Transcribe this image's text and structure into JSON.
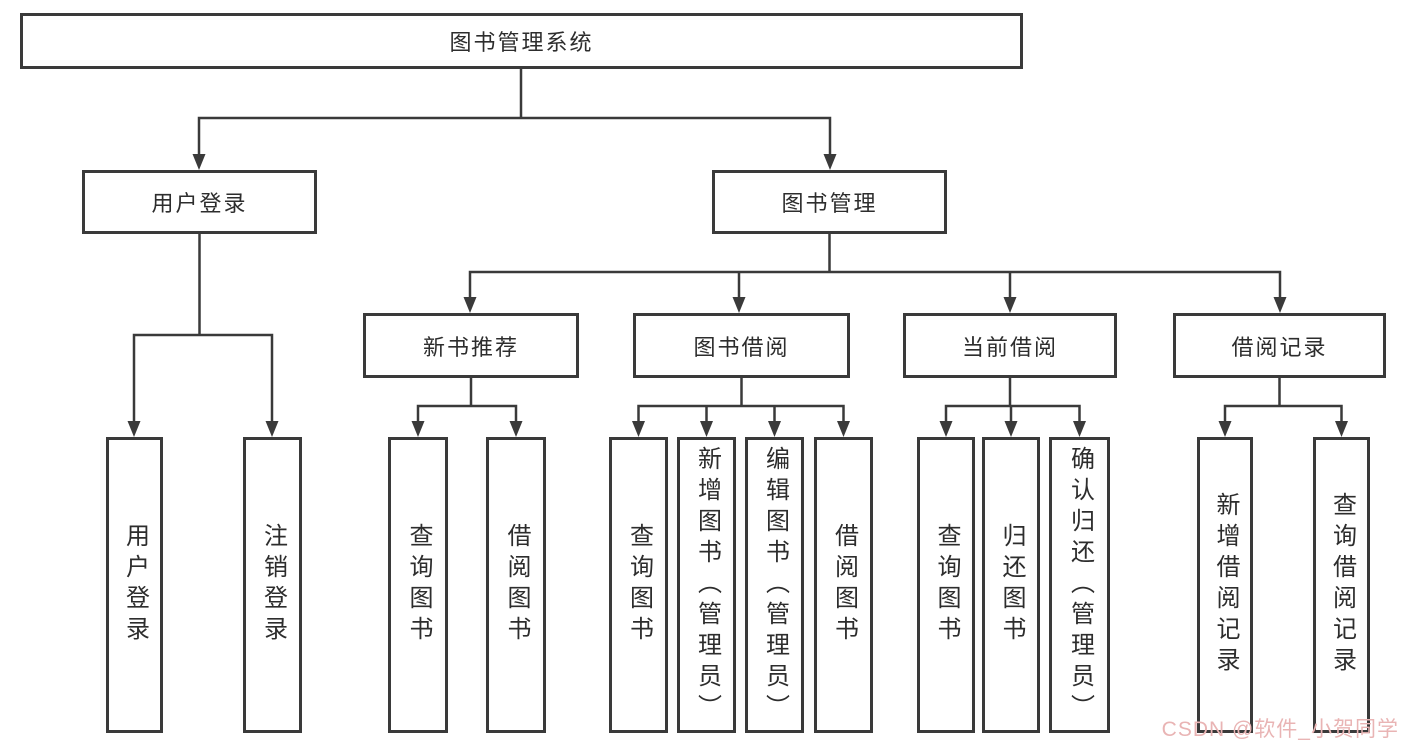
{
  "diagram_type": "tree",
  "tree": {
    "root": {
      "label": "图书管理系统"
    },
    "branches": [
      {
        "label": "用户登录",
        "children": [
          {
            "label": "用户登录"
          },
          {
            "label": "注销登录"
          }
        ]
      },
      {
        "label": "图书管理",
        "children": [
          {
            "label": "新书推荐",
            "children": [
              {
                "label": "查询图书"
              },
              {
                "label": "借阅图书"
              }
            ]
          },
          {
            "label": "图书借阅",
            "children": [
              {
                "label": "查询图书"
              },
              {
                "label": "新增图书（管理员）"
              },
              {
                "label": "编辑图书（管理员）"
              },
              {
                "label": "借阅图书"
              }
            ]
          },
          {
            "label": "当前借阅",
            "children": [
              {
                "label": "查询图书"
              },
              {
                "label": "归还图书"
              },
              {
                "label": "确认归还（管理员）"
              }
            ]
          },
          {
            "label": "借阅记录",
            "children": [
              {
                "label": "新增借阅记录"
              },
              {
                "label": "查询借阅记录"
              }
            ]
          }
        ]
      }
    ]
  },
  "style": {
    "line_color": "#3a3a3a",
    "border_color": "#3a3a3a",
    "text_color": "#2d2d2d",
    "background_color": "#ffffff",
    "watermark_color": "#e9b4b4"
  },
  "watermark": {
    "text": "CSDN @软件_小贺同学"
  }
}
